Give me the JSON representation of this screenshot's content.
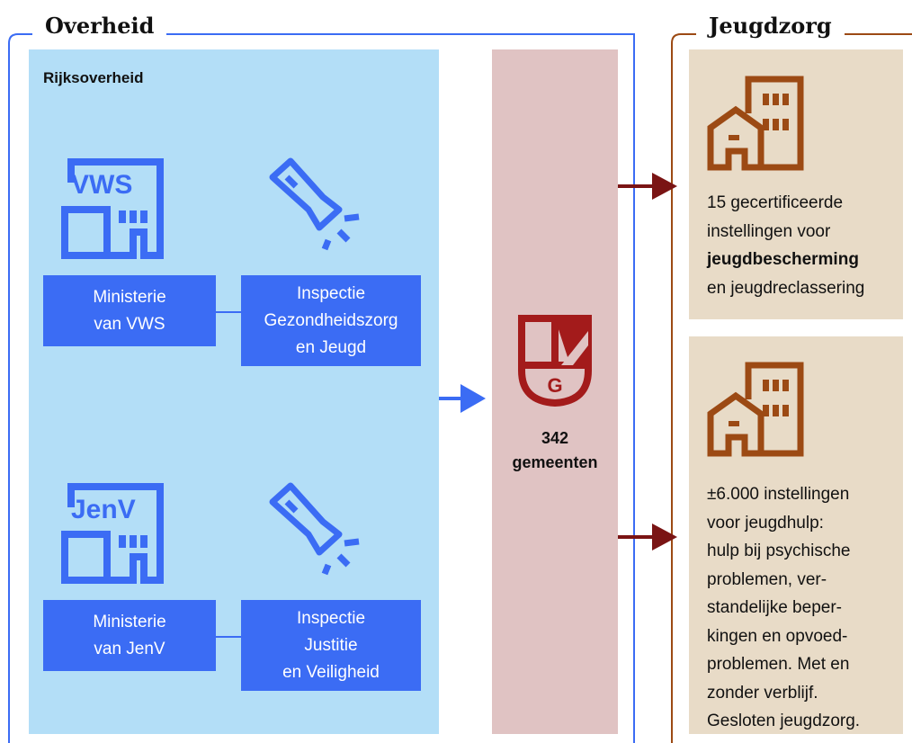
{
  "groups": {
    "government": {
      "title": "Overheid"
    },
    "youth_care": {
      "title": "Jeugdzorg"
    }
  },
  "central_government": {
    "label": "Rijksoverheid",
    "ministries": [
      {
        "icon_label": "VWS",
        "name": "Ministerie\nvan VWS",
        "inspection": "Inspectie\nGezondheidszorg\nen Jeugd"
      },
      {
        "icon_label": "JenV",
        "name": "Ministerie\nvan JenV",
        "inspection": "Inspectie\nJustitie\nen Veiligheid"
      }
    ]
  },
  "municipalities": {
    "count": "342",
    "label": "gemeenten",
    "shield_letter": "G"
  },
  "institutions": {
    "protection": {
      "text_before": "15 gecertificeerde\ninstellingen voor\n",
      "text_bold": "jeugdbescherming",
      "text_after": "\nen jeugdreclassering"
    },
    "youth_help": {
      "text": "±6.000 instellingen\nvoor jeugdhulp:\nhulp bij psychische\nproblemen, ver-\nstandelijke beper-\nkingen en opvoed-\nproblemen. Met en\nzonder verblijf.\nGesloten jeugdzorg."
    }
  },
  "colors": {
    "blue": "#3b6cf4",
    "light_blue": "#b3def7",
    "pink": "#e0c3c3",
    "tan": "#e8dbc7",
    "dark_red": "#a31b1b",
    "arrow_red": "#7a1414",
    "brown": "#9c4a14"
  },
  "icons": [
    "ministry-building-icon",
    "flashlight-icon",
    "municipality-shield-icon",
    "building-icon",
    "arrow-right-icon"
  ]
}
